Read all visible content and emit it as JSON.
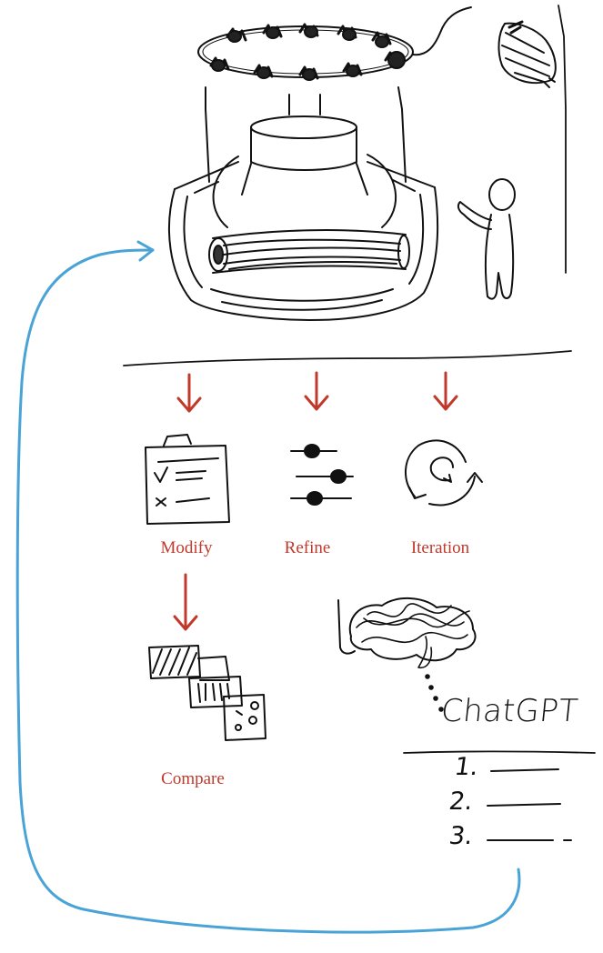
{
  "colors": {
    "ink": "#111111",
    "step_label": "#c0392b",
    "step_arrow": "#c0392b",
    "loop_arrow": "#4aa3d6"
  },
  "steps": [
    {
      "label": "Modify",
      "icon": "checklist-icon"
    },
    {
      "label": "Refine",
      "icon": "sliders-icon"
    },
    {
      "label": "Iteration",
      "icon": "cycle-icon"
    },
    {
      "label": "Compare",
      "icon": "overlapping-panels-icon"
    }
  ],
  "chatgpt": {
    "label": "ChatGPT",
    "list_numbers": [
      "1.",
      "2.",
      "3."
    ]
  }
}
